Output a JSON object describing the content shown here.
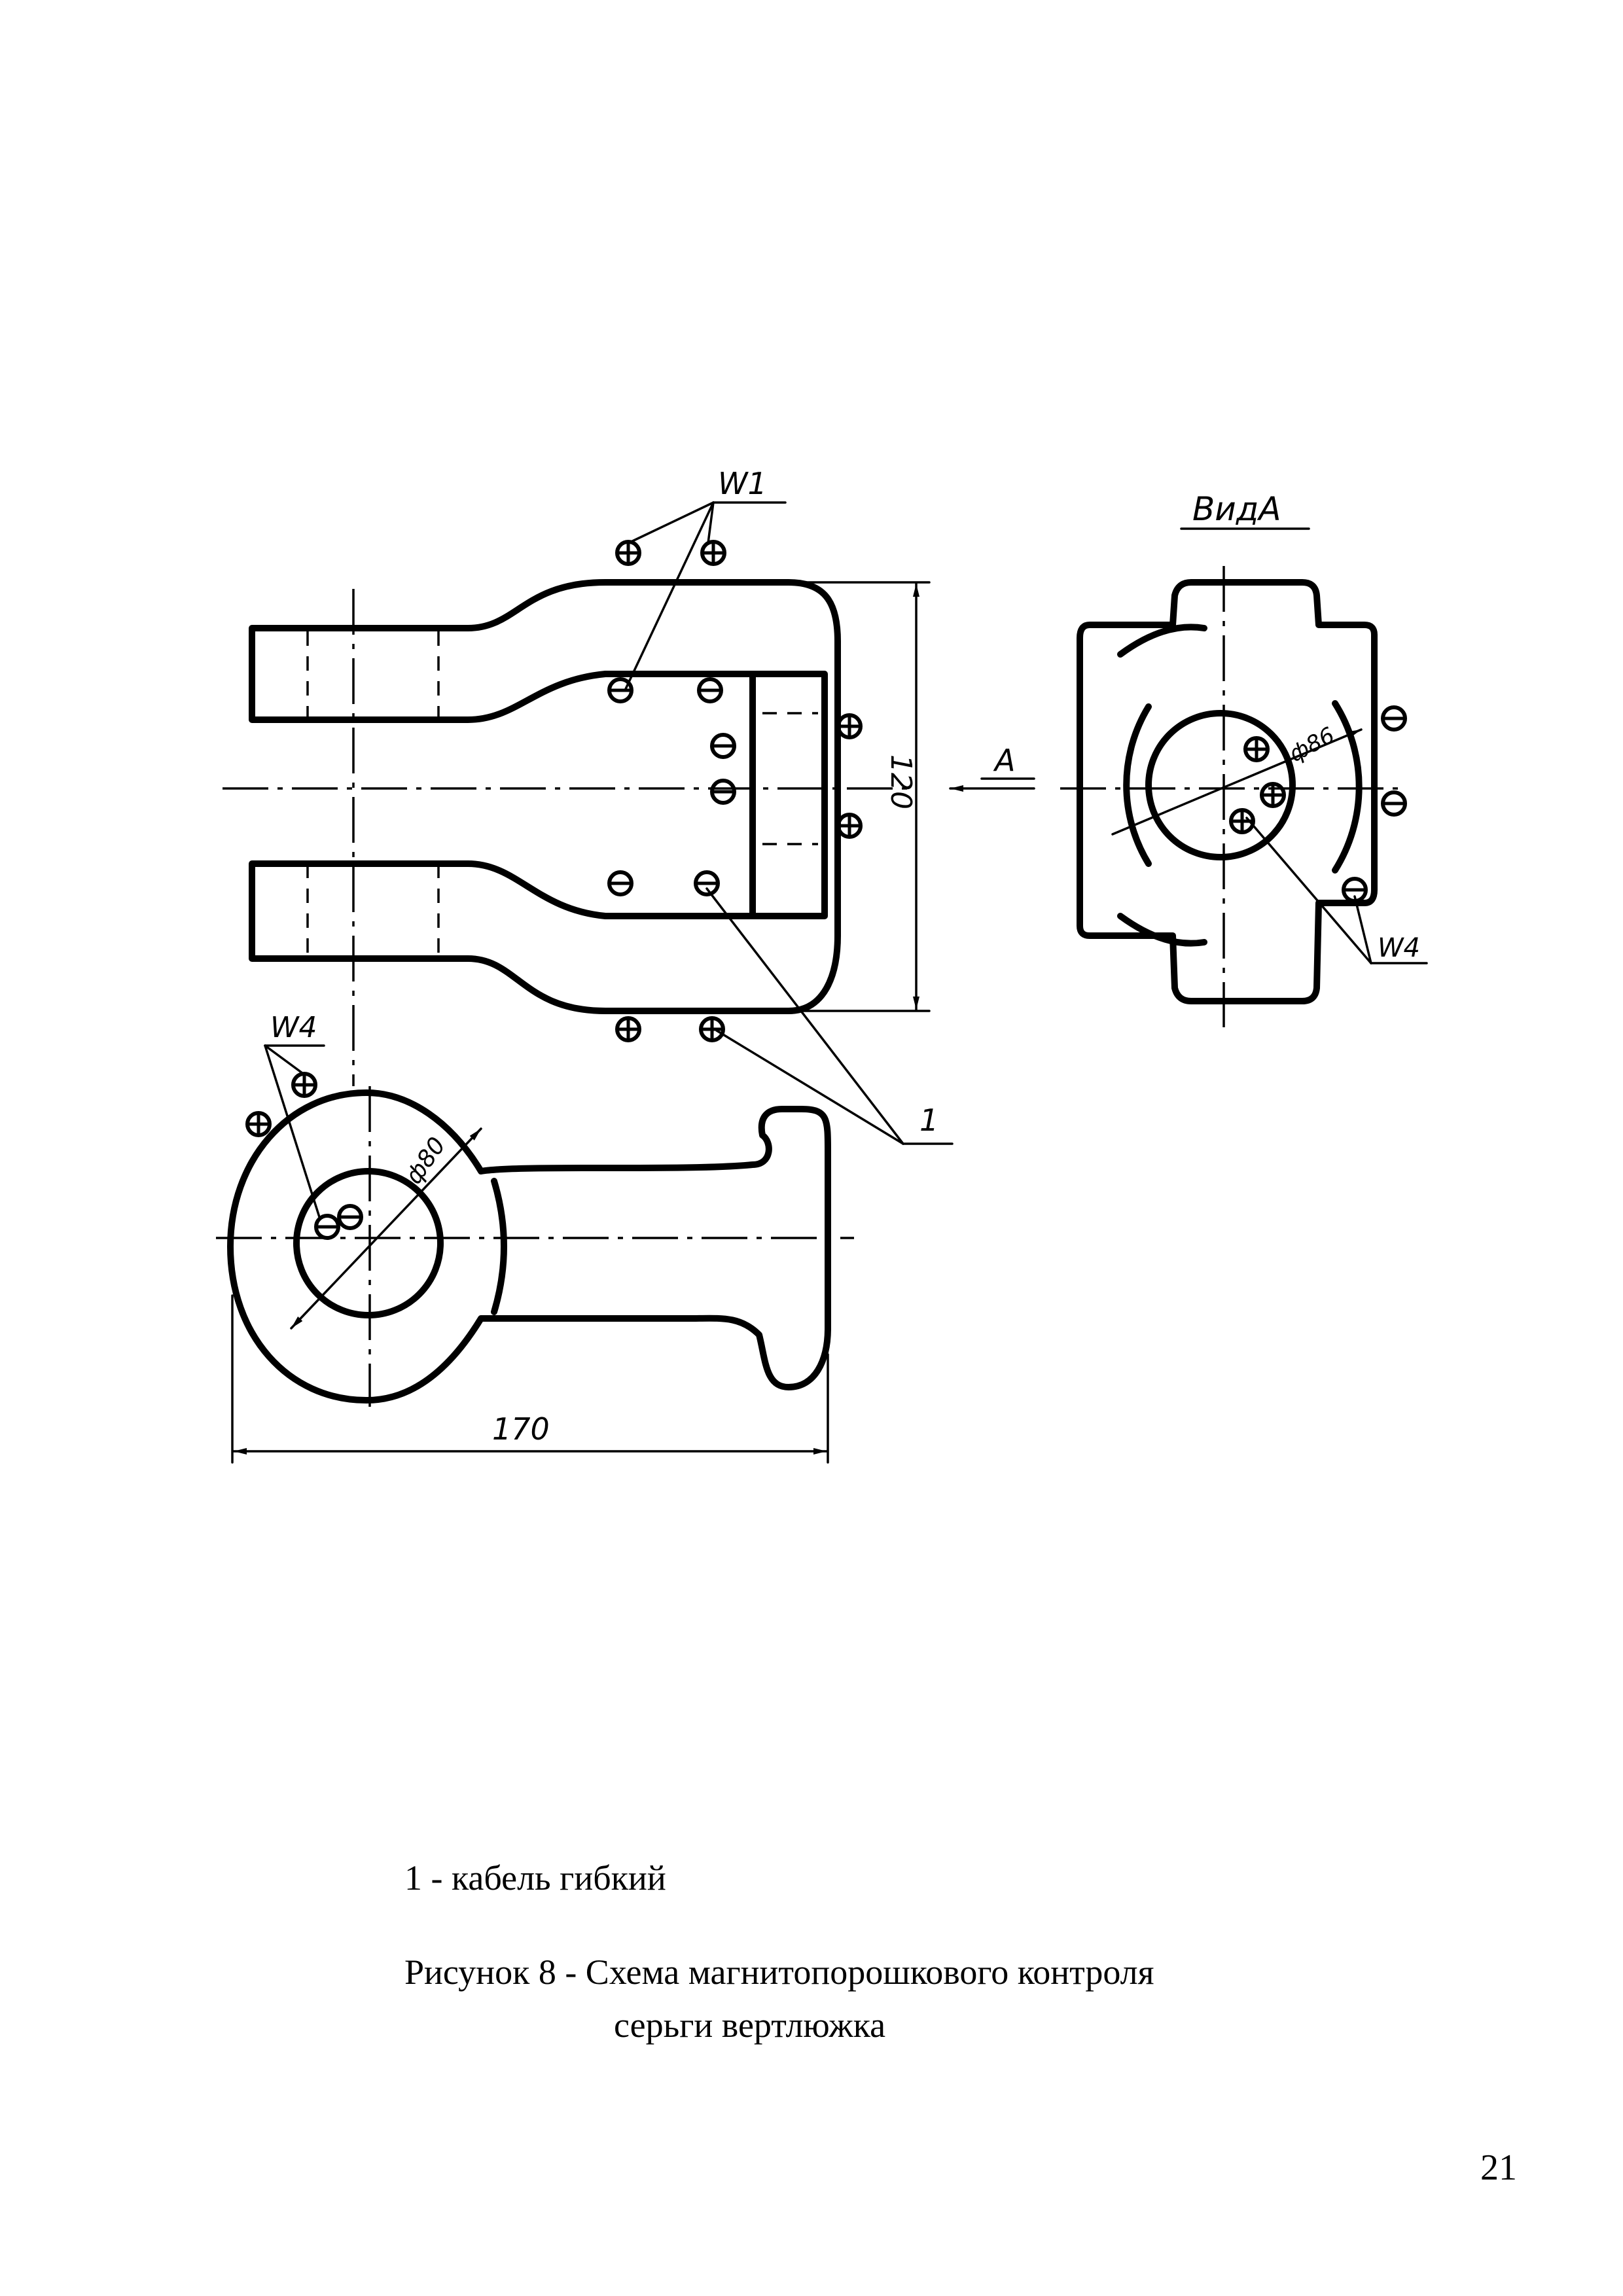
{
  "drawing": {
    "label_w1": "W1",
    "label_w4_view": "W4",
    "label_w4_bottom": "W4",
    "label_view": "ВидА",
    "label_arrow": "A",
    "label_cable": "1",
    "dim_height": "120",
    "dim_length": "170",
    "dim_dia_view": "ф86",
    "dim_dia_bottom": "ф80"
  },
  "legend": {
    "text": "1 - кабель гибкий"
  },
  "caption": {
    "line1": "Рисунок 8 - Схема магнитопорошкового контроля",
    "line2": "серьги вертлюжка"
  },
  "page": {
    "number": "21"
  }
}
